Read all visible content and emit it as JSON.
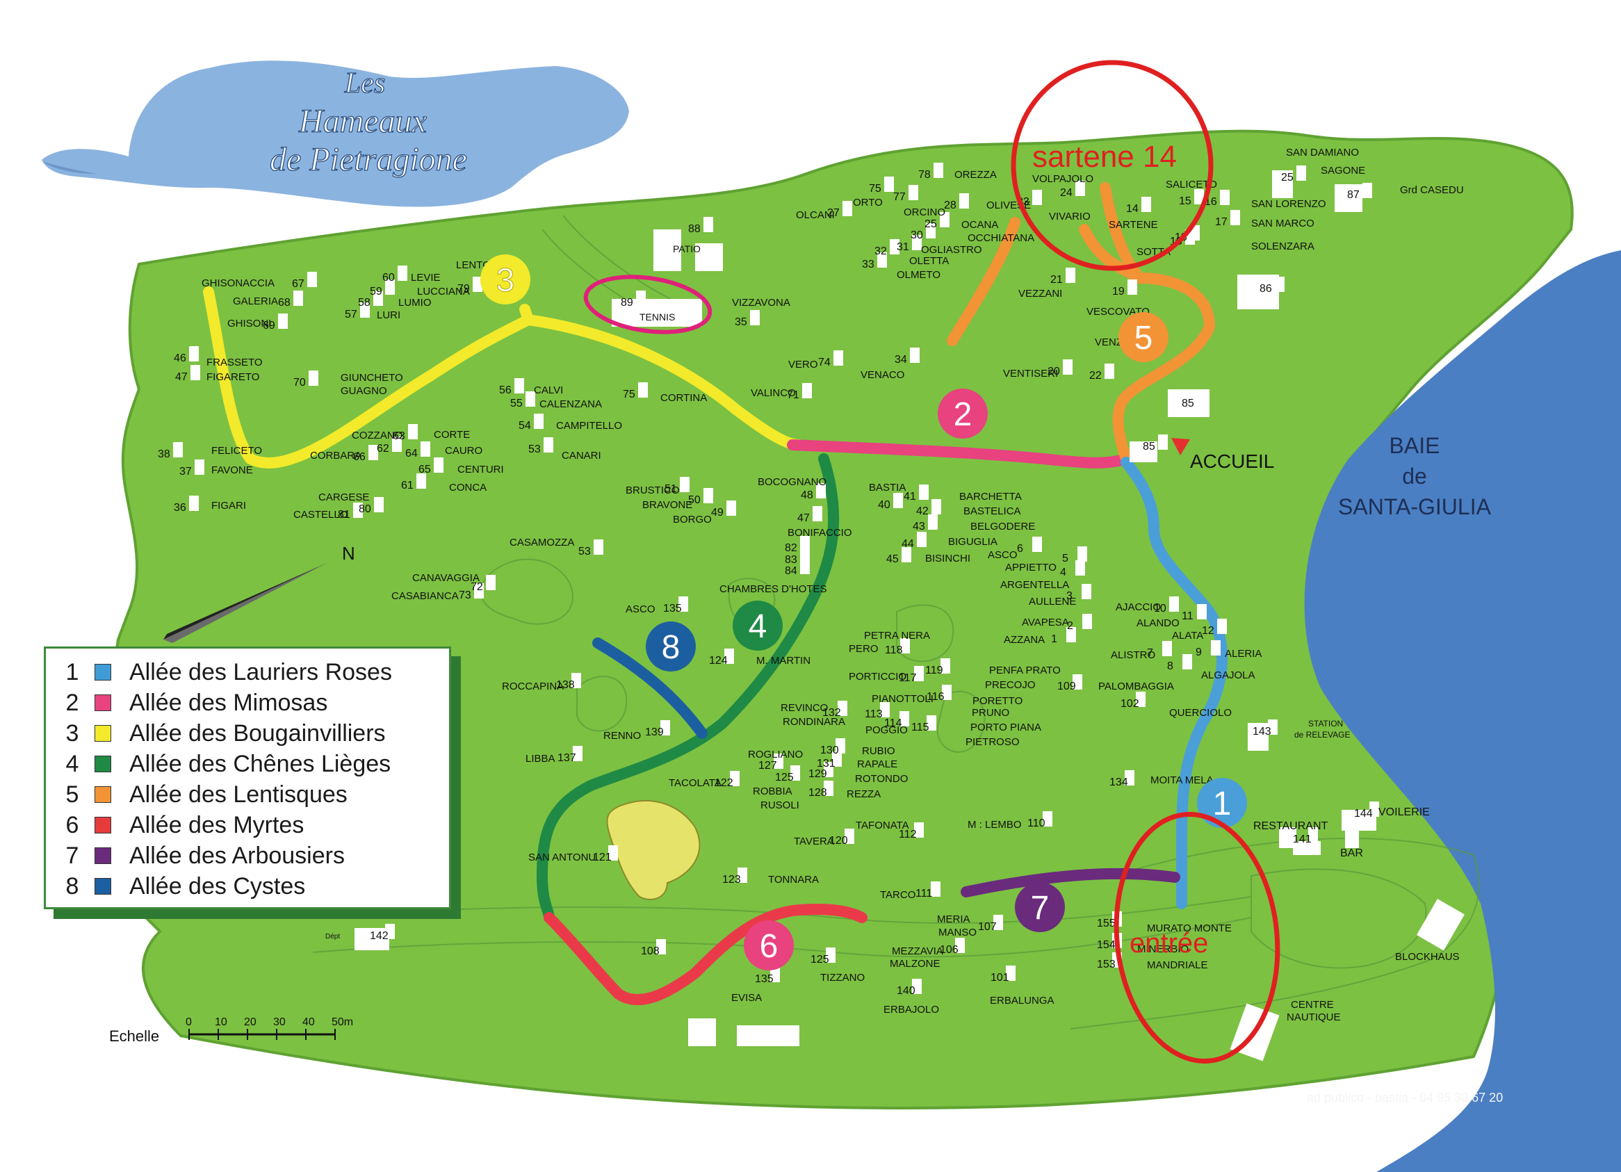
{
  "title": {
    "line1": "Les",
    "line2": "Hameaux",
    "line3": "de Pietragione"
  },
  "colors": {
    "grass": "#7cc142",
    "grass_dark": "#5ea531",
    "sea": "#4b7fc3",
    "cloud": "#8bb3df",
    "path_1": "#4a9fd8",
    "path_2": "#e8427f",
    "path_3": "#f2ea2a",
    "path_4": "#1f8a45",
    "path_5": "#f29336",
    "path_6": "#ea3a4a",
    "path_7": "#6a2b7d",
    "path_8": "#1c5fa0",
    "annotation": "#e02020",
    "tennis_mark": "#e0207a"
  },
  "legend": {
    "items": [
      {
        "num": "1",
        "label": "Allée des Lauriers Roses",
        "color": "#3f9cd6"
      },
      {
        "num": "2",
        "label": "Allée des Mimosas",
        "color": "#e8427f"
      },
      {
        "num": "3",
        "label": "Allée des Bougainvilliers",
        "color": "#f2ea2a"
      },
      {
        "num": "4",
        "label": "Allée des Chênes Lièges",
        "color": "#1f8a45"
      },
      {
        "num": "5",
        "label": "Allée des Lentisques",
        "color": "#f29336"
      },
      {
        "num": "6",
        "label": "Allée des Myrtes",
        "color": "#e63b3b"
      },
      {
        "num": "7",
        "label": "Allée des Arbousiers",
        "color": "#6a2b7d"
      },
      {
        "num": "8",
        "label": "Allée des Cystes",
        "color": "#1c5fa0"
      }
    ]
  },
  "path_badges": [
    "1",
    "2",
    "3",
    "4",
    "5",
    "6",
    "7",
    "8"
  ],
  "places": {
    "bay_line1": "BAIE",
    "bay_line2": "de",
    "bay_line3": "SANTA-GIULIA",
    "accueil": "ACCUEIL",
    "tennis": "TENNIS",
    "tennis_num": "89",
    "patio": "PATIO",
    "patio_num": "88",
    "restaurant": "RESTAURANT",
    "bar": "BAR",
    "voilerie": "VOILERIE",
    "blockhaus": "BLOCKHAUS",
    "centre_line1": "CENTRE",
    "centre_line2": "NAUTIQUE",
    "station_line1": "STATION",
    "station_line2": "de RELEVAGE",
    "chambres": "CHAMBRES D'HOTES",
    "north": "N",
    "depart": "Dépt"
  },
  "scale": {
    "label": "Echelle",
    "ticks": [
      "0",
      "10",
      "20",
      "30",
      "40",
      "50m"
    ]
  },
  "credit": "ad publico - bastia - 04 95 30 67 20",
  "annotations": {
    "top": "sartene 14",
    "bottom": "entrée"
  },
  "labels": [
    [
      "GHISONACCIA",
      290,
      412
    ],
    [
      "67",
      420,
      413
    ],
    [
      "GALERIA",
      335,
      438
    ],
    [
      "68",
      400,
      440
    ],
    [
      "GHISONI",
      327,
      470
    ],
    [
      "69",
      378,
      473
    ],
    [
      "LENTO",
      656,
      386
    ],
    [
      "60",
      550,
      404
    ],
    [
      "LEVIE",
      591,
      404
    ],
    [
      "59",
      532,
      424
    ],
    [
      "LUCCIANA",
      600,
      424
    ],
    [
      "58",
      515,
      440
    ],
    [
      "LUMIO",
      573,
      440
    ],
    [
      "57",
      496,
      457
    ],
    [
      "LURI",
      542,
      458
    ],
    [
      "79",
      658,
      420
    ],
    [
      "46",
      250,
      520
    ],
    [
      "FRASSETO",
      297,
      526
    ],
    [
      "47",
      252,
      547
    ],
    [
      "FIGARETO",
      297,
      547
    ],
    [
      "70",
      422,
      555
    ],
    [
      "GIUNCHETO",
      490,
      548
    ],
    [
      "GUAGNO",
      490,
      567
    ],
    [
      "38",
      227,
      658
    ],
    [
      "FELICETO",
      304,
      653
    ],
    [
      "37",
      258,
      683
    ],
    [
      "FAVONE",
      304,
      681
    ],
    [
      "36",
      250,
      735
    ],
    [
      "FIGARI",
      304,
      732
    ],
    [
      "COZZANO",
      506,
      631
    ],
    [
      "63",
      565,
      632
    ],
    [
      "CORTE",
      624,
      630
    ],
    [
      "CORBARA",
      446,
      660
    ],
    [
      "66",
      508,
      662
    ],
    [
      "62",
      542,
      650
    ],
    [
      "64",
      583,
      657
    ],
    [
      "CAURO",
      640,
      653
    ],
    [
      "65",
      602,
      680
    ],
    [
      "CENTURI",
      658,
      680
    ],
    [
      "61",
      577,
      703
    ],
    [
      "CONCA",
      646,
      706
    ],
    [
      "CARGESE",
      458,
      720
    ],
    [
      "CASTELLO",
      422,
      745
    ],
    [
      "81",
      486,
      745
    ],
    [
      "80",
      516,
      737
    ],
    [
      "56",
      718,
      566
    ],
    [
      "CALVI",
      768,
      566
    ],
    [
      "55",
      734,
      585
    ],
    [
      "CALENZANA",
      776,
      586
    ],
    [
      "54",
      746,
      617
    ],
    [
      "CAMPITELLO",
      800,
      617
    ],
    [
      "53",
      760,
      651
    ],
    [
      "CANARI",
      808,
      660
    ],
    [
      "75",
      896,
      572
    ],
    [
      "CORTINA",
      950,
      577
    ],
    [
      "89",
      893,
      440
    ],
    [
      "35",
      1057,
      468
    ],
    [
      "VIZZAVONA",
      1053,
      440
    ],
    [
      "88",
      990,
      334
    ],
    [
      "VERO",
      1134,
      529
    ],
    [
      "74",
      1177,
      526
    ],
    [
      "VENACO",
      1238,
      544
    ],
    [
      "34",
      1287,
      522
    ],
    [
      "VALINCO",
      1080,
      570
    ],
    [
      "71",
      1132,
      573
    ],
    [
      "ORTO",
      1227,
      296
    ],
    [
      "75",
      1250,
      276
    ],
    [
      "77",
      1285,
      288
    ],
    [
      "78",
      1321,
      256
    ],
    [
      "OREZZA",
      1373,
      256
    ],
    [
      "OLCANI",
      1145,
      314
    ],
    [
      "27",
      1190,
      311
    ],
    [
      "ORCINO",
      1300,
      310
    ],
    [
      "28",
      1358,
      300
    ],
    [
      "OLIVESE",
      1419,
      300
    ],
    [
      "25",
      1330,
      327
    ],
    [
      "OCANA",
      1383,
      328
    ],
    [
      "30",
      1310,
      343
    ],
    [
      "OCCHIATANA",
      1392,
      347
    ],
    [
      "32",
      1258,
      366
    ],
    [
      "31",
      1290,
      360
    ],
    [
      "OGLIASTRO",
      1325,
      364
    ],
    [
      "33",
      1240,
      385
    ],
    [
      "OLETTA",
      1308,
      380
    ],
    [
      "OLMETO",
      1290,
      400
    ],
    [
      "VOLPAJOLO",
      1485,
      262
    ],
    [
      "23",
      1463,
      295
    ],
    [
      "24",
      1525,
      282
    ],
    [
      "VIVARIO",
      1509,
      316
    ],
    [
      "VEZZANI",
      1465,
      427
    ],
    [
      "21",
      1511,
      407
    ],
    [
      "19",
      1600,
      424
    ],
    [
      "VESCOVATO",
      1563,
      453
    ],
    [
      "VENZOLASCA",
      1575,
      497
    ],
    [
      "VENTISERI",
      1443,
      542
    ],
    [
      "20",
      1507,
      539
    ],
    [
      "22",
      1567,
      545
    ],
    [
      "SALICETO",
      1677,
      270
    ],
    [
      "15",
      1696,
      294
    ],
    [
      "16",
      1733,
      295
    ],
    [
      "SAN LORENZO",
      1800,
      298
    ],
    [
      "14",
      1620,
      305
    ],
    [
      "SARTENE",
      1595,
      328
    ],
    [
      "17",
      1748,
      324
    ],
    [
      "SAN MARCO",
      1800,
      326
    ],
    [
      "13",
      1690,
      346
    ],
    [
      "18",
      1683,
      352
    ],
    [
      "SOTTA",
      1635,
      367
    ],
    [
      "SOLENZARA",
      1800,
      359
    ],
    [
      "SAN DAMIANO",
      1850,
      224
    ],
    [
      "25",
      1843,
      260
    ],
    [
      "SAGONE",
      1900,
      250
    ],
    [
      "87",
      1938,
      285
    ],
    [
      "Grd CASEDU",
      2014,
      278
    ],
    [
      "86",
      1812,
      420
    ],
    [
      "85",
      1700,
      585
    ],
    [
      "85",
      1644,
      647
    ],
    [
      "BASTIA",
      1250,
      706
    ],
    [
      "41",
      1300,
      719
    ],
    [
      "BARCHETTA",
      1380,
      719
    ],
    [
      "40",
      1263,
      731
    ],
    [
      "42",
      1318,
      740
    ],
    [
      "BASTELICA",
      1386,
      740
    ],
    [
      "43",
      1313,
      762
    ],
    [
      "BELGODERE",
      1396,
      762
    ],
    [
      "44",
      1297,
      787
    ],
    [
      "BIGUGLIA",
      1364,
      784
    ],
    [
      "45",
      1275,
      809
    ],
    [
      "BISINCHI",
      1331,
      808
    ],
    [
      "ASCO",
      1421,
      803
    ],
    [
      "6",
      1463,
      794
    ],
    [
      "5",
      1528,
      808
    ],
    [
      "APPIETTO",
      1446,
      821
    ],
    [
      "4",
      1525,
      828
    ],
    [
      "ARGENTELLA",
      1439,
      846
    ],
    [
      "AULLENE",
      1480,
      870
    ],
    [
      "3",
      1534,
      862
    ],
    [
      "AVAPESA",
      1470,
      900
    ],
    [
      "2",
      1535,
      905
    ],
    [
      "AZZANA",
      1444,
      925
    ],
    [
      "1",
      1512,
      924
    ],
    [
      "BRUSTICO",
      900,
      710
    ],
    [
      "51",
      956,
      708
    ],
    [
      "BRAVONE",
      924,
      731
    ],
    [
      "50",
      990,
      724
    ],
    [
      "BORGO",
      968,
      752
    ],
    [
      "49",
      1023,
      742
    ],
    [
      "BOCOGNANO",
      1090,
      698
    ],
    [
      "48",
      1152,
      717
    ],
    [
      "47",
      1147,
      750
    ],
    [
      "BONIFACCIO",
      1133,
      771
    ],
    [
      "82",
      1129,
      793
    ],
    [
      "83",
      1129,
      810
    ],
    [
      "84",
      1129,
      826
    ],
    [
      "CASAMOZZA",
      733,
      785
    ],
    [
      "53",
      832,
      798
    ],
    [
      "CANAVAGGIA",
      593,
      836
    ],
    [
      "72",
      677,
      849
    ],
    [
      "CASABIANCA",
      563,
      862
    ],
    [
      "73",
      660,
      861
    ],
    [
      "ASCO",
      900,
      881
    ],
    [
      "135",
      954,
      880
    ],
    [
      "124",
      1020,
      955
    ],
    [
      "M. MARTIN",
      1088,
      955
    ],
    [
      "PETRA NERA",
      1243,
      919
    ],
    [
      "PERO",
      1221,
      938
    ],
    [
      "118",
      1273,
      940
    ],
    [
      "PORTICCIO",
      1221,
      978
    ],
    [
      "117",
      1293,
      980
    ],
    [
      "119",
      1331,
      969
    ],
    [
      "PENFA PRATO",
      1423,
      969
    ],
    [
      "PRECOJO",
      1417,
      990
    ],
    [
      "109",
      1521,
      992
    ],
    [
      "PALOMBAGGIA",
      1580,
      992
    ],
    [
      "PIANOTTOLI",
      1254,
      1010
    ],
    [
      "116",
      1333,
      1007
    ],
    [
      "PORETTO",
      1399,
      1013
    ],
    [
      "113",
      1244,
      1032
    ],
    [
      "PRUNO",
      1398,
      1030
    ],
    [
      "114",
      1272,
      1045
    ],
    [
      "POGGIO",
      1245,
      1055
    ],
    [
      "115",
      1311,
      1051
    ],
    [
      "PORTO PIANA",
      1396,
      1051
    ],
    [
      "PIETROSO",
      1389,
      1072
    ],
    [
      "AJACCIO",
      1605,
      878
    ],
    [
      "10",
      1660,
      880
    ],
    [
      "ALANDO",
      1635,
      901
    ],
    [
      "11",
      1700,
      891
    ],
    [
      "ALATA",
      1686,
      919
    ],
    [
      "12",
      1729,
      912
    ],
    [
      "ALISTRO",
      1598,
      947
    ],
    [
      "7",
      1650,
      944
    ],
    [
      "8",
      1679,
      963
    ],
    [
      "9",
      1720,
      943
    ],
    [
      "ALERIA",
      1762,
      945
    ],
    [
      "ALGAJOLA",
      1728,
      976
    ],
    [
      "102",
      1612,
      1017
    ],
    [
      "QUERCIOLO",
      1682,
      1030
    ],
    [
      "143",
      1802,
      1057
    ],
    [
      "134",
      1596,
      1130
    ],
    [
      "MOITA MELA",
      1655,
      1127
    ],
    [
      "ROCCAPINA",
      722,
      992
    ],
    [
      "138",
      800,
      990
    ],
    [
      "REVINCO",
      1123,
      1023
    ],
    [
      "RONDINARA",
      1126,
      1043
    ],
    [
      "132",
      1183,
      1030
    ],
    [
      "RENNO",
      868,
      1063
    ],
    [
      "139",
      928,
      1058
    ],
    [
      "LIBBA",
      756,
      1096
    ],
    [
      "137",
      802,
      1095
    ],
    [
      "ROGLIANO",
      1076,
      1090
    ],
    [
      "130",
      1180,
      1084
    ],
    [
      "RUBIO",
      1240,
      1085
    ],
    [
      "127",
      1091,
      1106
    ],
    [
      "131",
      1175,
      1103
    ],
    [
      "RAPALE",
      1233,
      1104
    ],
    [
      "125",
      1115,
      1123
    ],
    [
      "129",
      1163,
      1118
    ],
    [
      "ROTONDO",
      1230,
      1125
    ],
    [
      "ROBBIA",
      1083,
      1143
    ],
    [
      "RUSOLI",
      1094,
      1163
    ],
    [
      "128",
      1163,
      1145
    ],
    [
      "REZZA",
      1218,
      1147
    ],
    [
      "TACOLATA",
      962,
      1131
    ],
    [
      "122",
      1028,
      1131
    ],
    [
      "TAFONATA",
      1231,
      1192
    ],
    [
      "112",
      1293,
      1205
    ],
    [
      "M : LEMBO",
      1392,
      1191
    ],
    [
      "110",
      1478,
      1189
    ],
    [
      "TAVERA",
      1142,
      1215
    ],
    [
      "120",
      1193,
      1214
    ],
    [
      "SAN ANTONU",
      760,
      1238
    ],
    [
      "121",
      853,
      1238
    ],
    [
      "123",
      1039,
      1270
    ],
    [
      "TONNARA",
      1105,
      1270
    ],
    [
      "TARCO",
      1266,
      1292
    ],
    [
      "111",
      1317,
      1290
    ],
    [
      "MERIA",
      1348,
      1327
    ],
    [
      "MANSO",
      1350,
      1346
    ],
    [
      "107",
      1407,
      1338
    ],
    [
      "155",
      1578,
      1333
    ],
    [
      "MURATO MONTE",
      1650,
      1340
    ],
    [
      "154",
      1578,
      1364
    ],
    [
      "MINERBIO",
      1636,
      1370
    ],
    [
      "153",
      1578,
      1392
    ],
    [
      "MANDRIALE",
      1650,
      1393
    ],
    [
      "108",
      922,
      1373
    ],
    [
      "125",
      1166,
      1385
    ],
    [
      "TIZZANO",
      1180,
      1411
    ],
    [
      "135",
      1086,
      1413
    ],
    [
      "EVISA",
      1052,
      1440
    ],
    [
      "MEZZAVIA",
      1283,
      1373
    ],
    [
      "106",
      1352,
      1371
    ],
    [
      "MALZONE",
      1280,
      1391
    ],
    [
      "101",
      1425,
      1411
    ],
    [
      "140",
      1290,
      1430
    ],
    [
      "ERBALUNGA",
      1424,
      1444
    ],
    [
      "ERBAJOLO",
      1271,
      1457
    ],
    [
      "142",
      532,
      1351
    ],
    [
      "141",
      1860,
      1212
    ],
    [
      "144",
      1948,
      1175
    ]
  ]
}
